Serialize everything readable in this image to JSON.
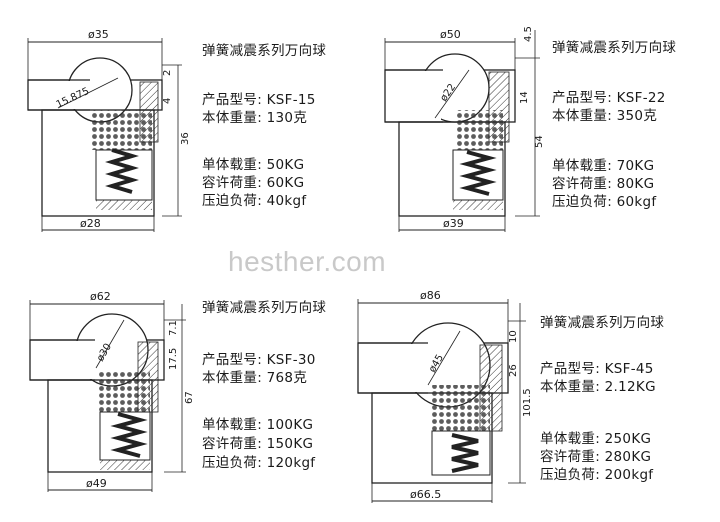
{
  "watermark": "hesther.com",
  "series_title": "弹簧减震系列万向球",
  "specs_labels": {
    "model": "产品型号:",
    "weight": "本体重量:",
    "load": "单体载重:",
    "allow_load": "容许荷重:",
    "press_load": "压迫负荷:"
  },
  "products": [
    {
      "model": "KSF-15",
      "weight": "130克",
      "load": "50KG",
      "allow_load": "60KG",
      "press_load": "40kgf",
      "dims": {
        "top": "ø35",
        "bottom": "ø28",
        "ball": "15.875",
        "h1": "2",
        "h2": "4",
        "h3": "36"
      }
    },
    {
      "model": "KSF-22",
      "weight": "350克",
      "load": "70KG",
      "allow_load": "80KG",
      "press_load": "60kgf",
      "dims": {
        "top": "ø50",
        "bottom": "ø39",
        "ball": "ø22",
        "h1": "4.5",
        "h2": "14",
        "h3": "54"
      }
    },
    {
      "model": "KSF-30",
      "weight": "768克",
      "load": "100KG",
      "allow_load": "150KG",
      "press_load": "120kgf",
      "dims": {
        "top": "ø62",
        "bottom": "ø49",
        "ball": "ø30",
        "h1": "7.1",
        "h2": "17.5",
        "h3": "67"
      }
    },
    {
      "model": "KSF-45",
      "weight": "2.12KG",
      "load": "250KG",
      "allow_load": "280KG",
      "press_load": "200kgf",
      "dims": {
        "top": "ø86",
        "bottom": "ø66.5",
        "ball": "ø45",
        "h1": "10",
        "h2": "26",
        "h3": "101.5"
      }
    }
  ]
}
